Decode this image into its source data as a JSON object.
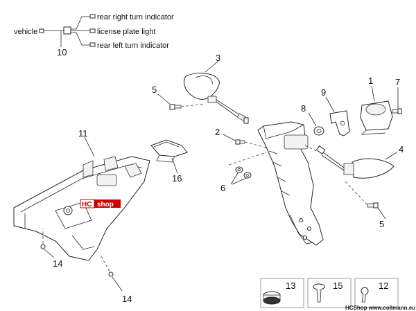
{
  "wiring": {
    "vehicle_label": "vehicle",
    "outputs": [
      "rear right turn indicator",
      "license plate light",
      "rear left turn indicator"
    ],
    "ref_number": "10"
  },
  "callouts": {
    "n1": "1",
    "n2": "2",
    "n3": "3",
    "n4": "4",
    "n5a": "5",
    "n5b": "5",
    "n6": "6",
    "n7": "7",
    "n8": "8",
    "n9": "9",
    "n11": "11",
    "n14a": "14",
    "n14b": "14",
    "n16": "16"
  },
  "logo": {
    "part1": "HC",
    "part2": "shop"
  },
  "kit_boxes": {
    "n13": "13",
    "n15": "15",
    "n12": "12"
  },
  "footer": "HCShop www.collmann.eu"
}
